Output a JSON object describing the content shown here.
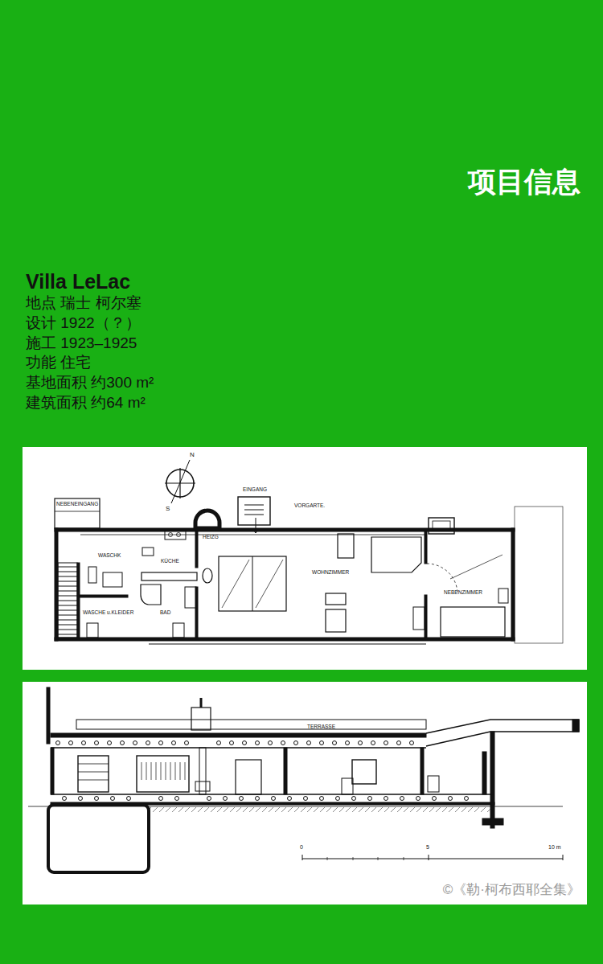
{
  "diagram": {
    "title": "项目信息",
    "caption": "©《勒·柯布西耶全集》",
    "labels": [
      "Villa LeLac",
      "地点 瑞士 柯尔塞",
      "设计 1922（？）",
      "施工 1923–1925",
      "功能 住宅",
      "基地面积 约300 m²",
      "建筑面积 约64 m²",
      "N",
      "S",
      "NEBENEINGANG",
      "EINGANG",
      "VORGARTE.",
      "HEIZG",
      "WASCHK",
      "KÜCHE",
      "WOHNZIMMER",
      "NEBENZIMMER",
      "WASCHE u.KLEIDER",
      "BAD",
      "TERRASSE",
      "0",
      "5",
      "10 m"
    ]
  }
}
